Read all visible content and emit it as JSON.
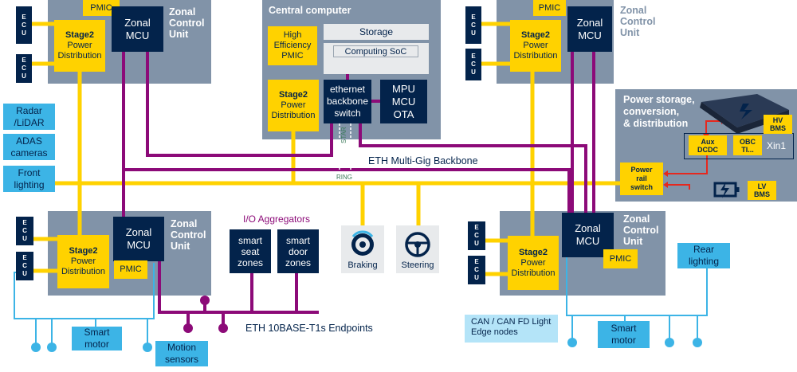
{
  "zcu_top_left": {
    "title": "Zonal\nControl\nUnit",
    "pmic": "PMIC",
    "stage2_title": "Stage2",
    "stage2_sub": "Power\nDistribution",
    "mcu": "Zonal\nMCU",
    "ecu": [
      "E",
      "C",
      "U"
    ]
  },
  "zcu_top_right": {
    "title": "Zonal\nControl\nUnit",
    "pmic": "PMIC",
    "stage2_title": "Stage2",
    "stage2_sub": "Power\nDistribution",
    "mcu": "Zonal\nMCU",
    "ecu": [
      "E",
      "C",
      "U"
    ]
  },
  "zcu_bottom_left": {
    "title": "Zonal\nControl\nUnit",
    "pmic": "PMIC",
    "stage2_title": "Stage2",
    "stage2_sub": "Power\nDistribution",
    "mcu": "Zonal\nMCU",
    "ecu": [
      "E",
      "C",
      "U"
    ]
  },
  "zcu_bottom_right": {
    "title": "Zonal\nControl\nUnit",
    "pmic": "PMIC",
    "stage2_title": "Stage2",
    "stage2_sub": "Power\nDistribution",
    "mcu": "Zonal\nMCU",
    "ecu": [
      "E",
      "C",
      "U"
    ]
  },
  "central": {
    "title": "Central computer",
    "pmic": "High\nEfficiency\nPMIC",
    "stage2_title": "Stage2",
    "stage2_sub": "Power\nDistribution",
    "storage": "Storage",
    "soc": "Computing SoC",
    "switch": "ethernet\nbackbone\nswitch",
    "mpu": "MPU\nMCU\nOTA",
    "star": "STAR",
    "ring": "RING"
  },
  "power": {
    "title": "Power storage,\nconversion,\n& distribution",
    "hv_bms": "HV\nBMS",
    "aux": "Aux\nDCDC",
    "obc": "OBC\nTI...",
    "xin1": "Xin1",
    "rail_switch": "Power\nrail\nswitch",
    "lv_bms": "LV\nBMS"
  },
  "sensors_left": [
    "Radar\n/LiDAR",
    "ADAS\ncameras",
    "Front\nlighting"
  ],
  "io": {
    "title": "I/O Aggregators",
    "seat": "smart\nseat\nzones",
    "door": "smart\ndoor\nzones"
  },
  "braking": "Braking",
  "steering": "Steering",
  "eth_backbone": "ETH Multi-Gig Backbone",
  "eth_endpoints": "ETH 10BASE-T1s Endpoints",
  "smart_motor": "Smart\nmotor",
  "motion_sensors": "Motion\nsensors",
  "rear_lighting": "Rear\nlighting",
  "can_label": "CAN / CAN FD Light\nEdge nodes",
  "colors": {
    "yellow": "#ffd200",
    "navy": "#03234b",
    "purple": "#8c0a78",
    "blue": "#3cb4e6",
    "gray": "#8193a8",
    "red": "#e6281e"
  }
}
